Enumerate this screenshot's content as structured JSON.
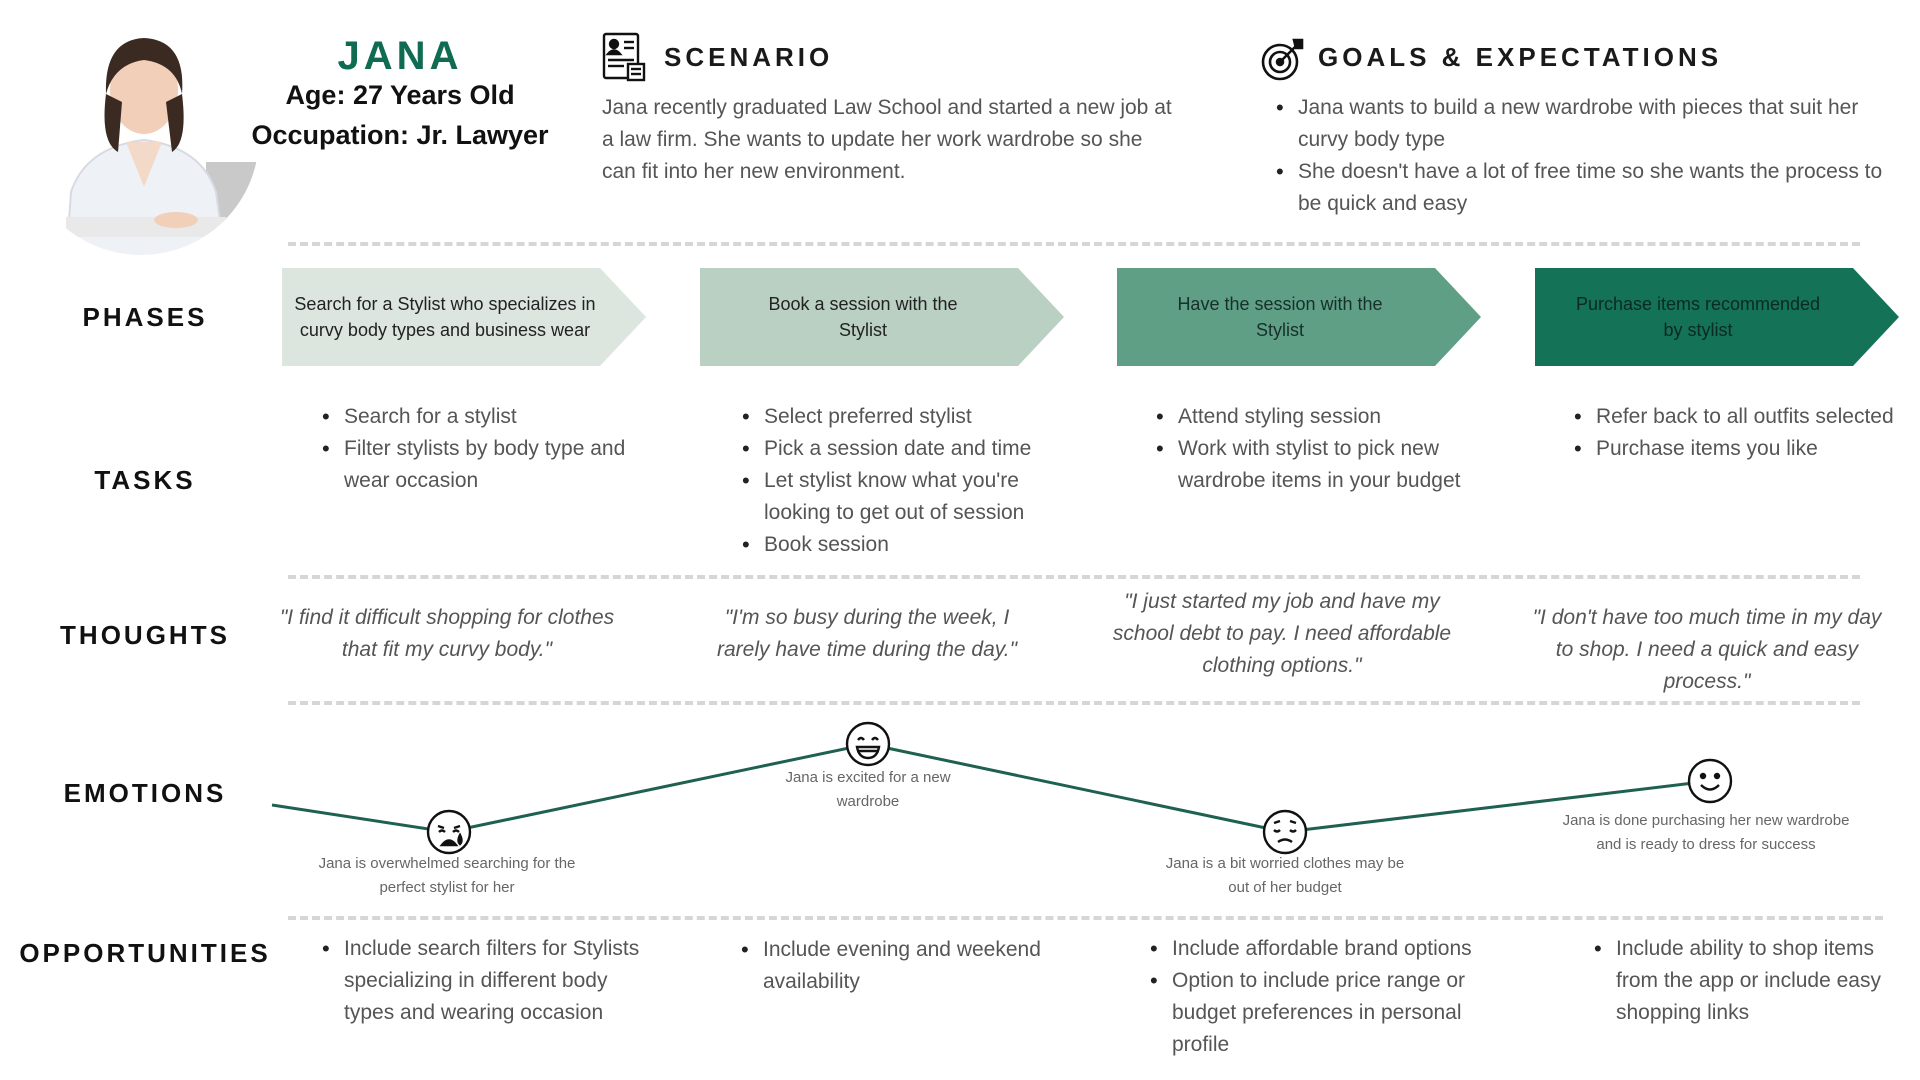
{
  "persona": {
    "name": "JANA",
    "age": "Age: 27 Years Old",
    "occupation": "Occupation: Jr. Lawyer"
  },
  "scenario": {
    "title": "SCENARIO",
    "icon": "document-id-icon",
    "text": "Jana recently graduated Law School and started a new job at a law firm. She wants to update her work wardrobe so she can fit into her new environment."
  },
  "goals": {
    "title": "GOALS & EXPECTATIONS",
    "icon": "target-icon",
    "items": [
      "Jana wants to build a new wardrobe with pieces that suit her curvy body type",
      "She doesn't have a lot of free time so she wants the process to be quick and easy"
    ]
  },
  "row_labels": {
    "phases": "PHASES",
    "tasks": "TASKS",
    "thoughts": "THOUGHTS",
    "emotions": "EMOTIONS",
    "opportunities": "OPPORTUNITIES"
  },
  "colors": {
    "brand": "#0f6b52",
    "phase1": "#dde5df",
    "phase2": "#b9d0c2",
    "phase3": "#5f9f86",
    "phase4": "#147256",
    "emotion_line": "#1f6150"
  },
  "phases": [
    "Search for a Stylist who specializes in curvy body types and business wear",
    "Book a session with the Stylist",
    "Have the session with the Stylist",
    "Purchase items recommended by stylist"
  ],
  "tasks": [
    [
      "Search for a stylist",
      "Filter stylists by body type and wear occasion"
    ],
    [
      "Select preferred stylist",
      "Pick a session date and time",
      "Let stylist know what you're looking to get out of session",
      "Book session"
    ],
    [
      "Attend styling session",
      "Work with stylist to pick new wardrobe items in your budget"
    ],
    [
      "Refer back to all outfits selected",
      "Purchase items you like"
    ]
  ],
  "thoughts": [
    "\"I find it difficult shopping for clothes that fit my curvy body.\"",
    "\"I'm so busy during the week, I rarely have time during the day.\"",
    "\"I just started my job and have my school debt to pay. I need affordable clothing options.\"",
    "\"I don't have too much time in my day to shop. I need a quick and easy process.\""
  ],
  "emotions": [
    {
      "face": "crying-face-icon",
      "caption": "Jana is overwhelmed searching for the perfect stylist for her"
    },
    {
      "face": "laughing-face-icon",
      "caption": "Jana is excited for a new wardrobe"
    },
    {
      "face": "worried-face-icon",
      "caption": "Jana is a bit worried clothes may be out of her budget"
    },
    {
      "face": "smiling-face-icon",
      "caption": "Jana is done purchasing her new wardrobe and is ready to dress for success"
    }
  ],
  "opportunities": [
    [
      "Include search filters for Stylists specializing in different body types and wearing occasion"
    ],
    [
      "Include evening and weekend availability"
    ],
    [
      "Include affordable brand options",
      "Option to include price range or budget preferences in personal profile"
    ],
    [
      "Include ability to shop items from the app or include easy shopping links"
    ]
  ]
}
